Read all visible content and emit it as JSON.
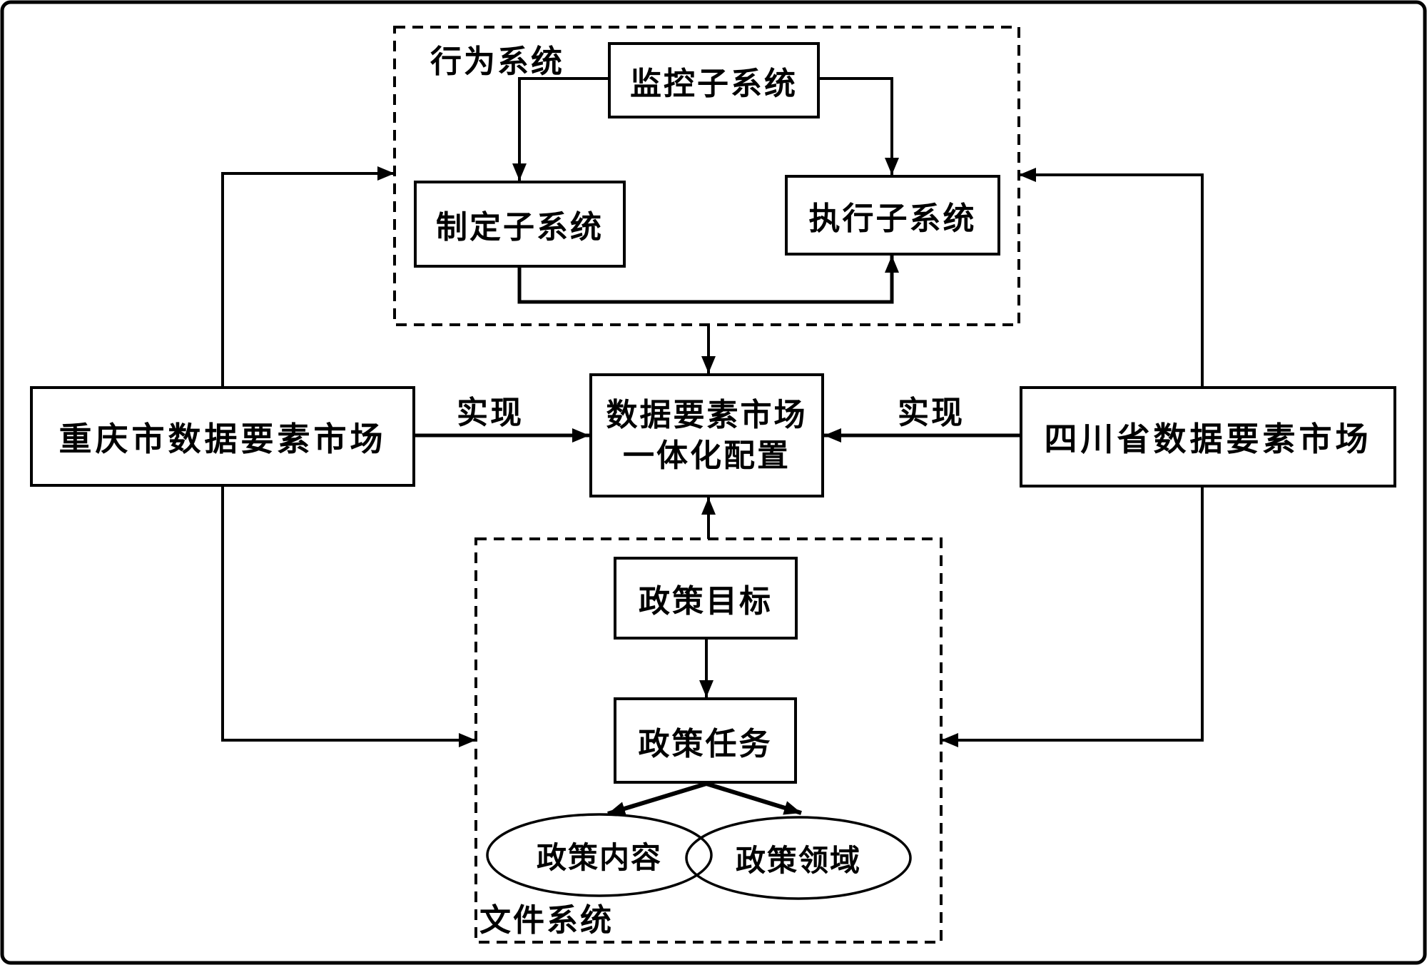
{
  "behavior_system": {
    "label": "行为系统",
    "monitor": "监控子系统",
    "formulate": "制定子系统",
    "execute": "执行子系统"
  },
  "markets": {
    "chongqing": "重庆市数据要素市场",
    "sichuan": "四川省数据要素市场",
    "realize_left": "实现",
    "realize_right": "实现"
  },
  "center": {
    "line1": "数据要素市场",
    "line2": "一体化配置"
  },
  "file_system": {
    "label": "文件系统",
    "goal": "政策目标",
    "task": "政策任务",
    "content": "政策内容",
    "domain": "政策领域"
  },
  "colors": {
    "ink": "#000000",
    "background": "#ffffff"
  }
}
